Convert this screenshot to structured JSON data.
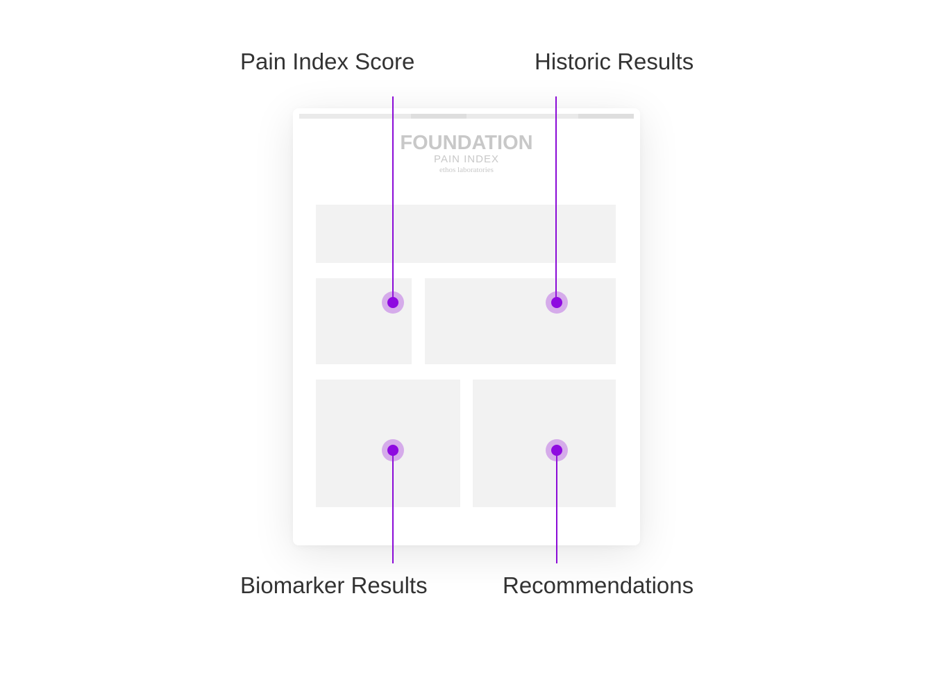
{
  "callouts": {
    "pain_index_score": "Pain Index Score",
    "historic_results": "Historic Results",
    "biomarker_results": "Biomarker Results",
    "recommendations": "Recommendations"
  },
  "report": {
    "logo": {
      "main": "FOUNDATION",
      "sub": "PAIN INDEX",
      "lab": "ethos laboratories"
    }
  },
  "colors": {
    "accent": "#8a0ad6",
    "marker_halo": "#d3a6f0",
    "panel": "#f2f2f2",
    "label": "#333333",
    "logo": "#c8c8c8"
  }
}
